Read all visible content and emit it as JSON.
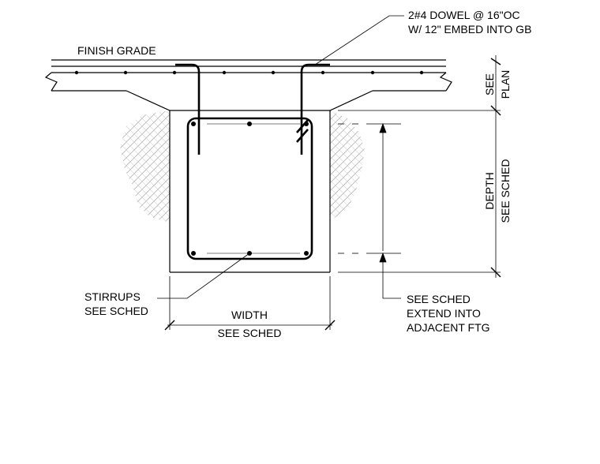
{
  "labels": {
    "dowel_line1": "2#4 DOWEL @ 16\"OC",
    "dowel_line2": "W/ 12\" EMBED INTO GB",
    "finish_grade": "FINISH GRADE",
    "see_plan_line1": "SEE",
    "see_plan_line2": "PLAN",
    "depth_line1": "DEPTH",
    "depth_line2": "SEE SCHED",
    "stirrups_line1": "STIRRUPS",
    "stirrups_line2": "SEE SCHED",
    "width_line1": "WIDTH",
    "width_line2": "SEE SCHED",
    "extend_line1": "SEE SCHED",
    "extend_line2": "EXTEND INTO",
    "extend_line3": "ADJACENT FTG"
  },
  "colors": {
    "line": "#000000",
    "soil_hatch": "#b5b5b5",
    "background": "#ffffff"
  }
}
